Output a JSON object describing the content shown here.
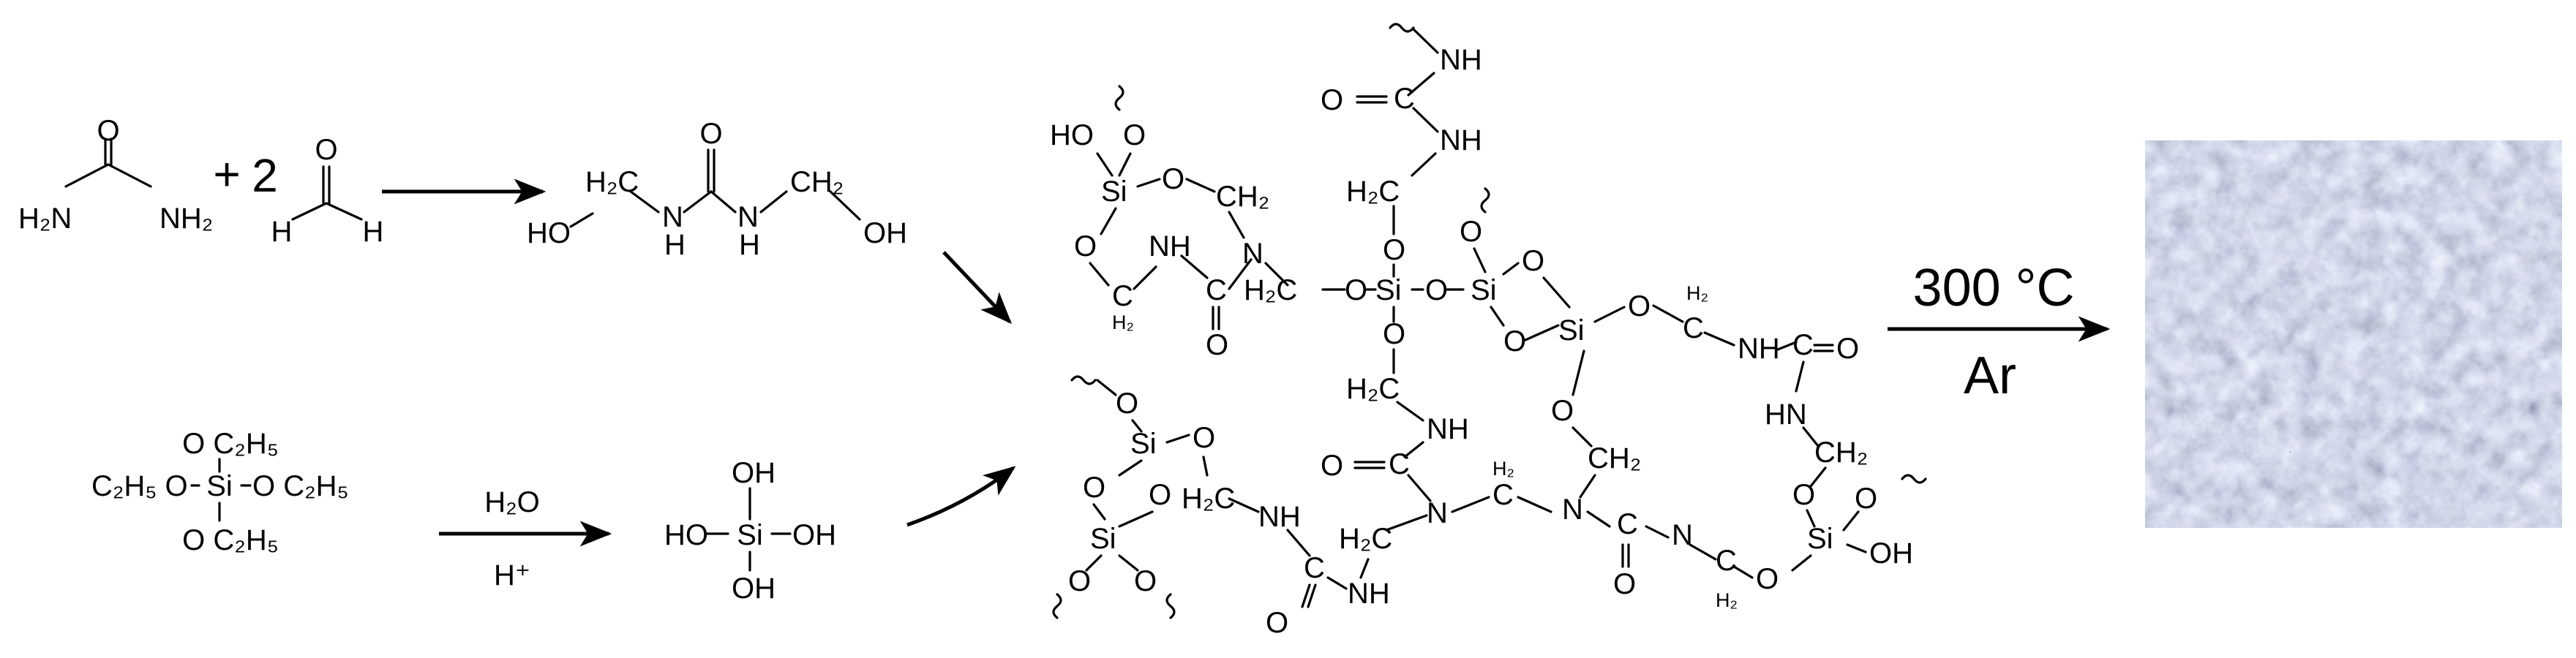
{
  "urea": {
    "O": "O",
    "NH2_left": "H₂N",
    "NH2_right": "NH₂"
  },
  "reagent": {
    "plus": "+",
    "coef": "2"
  },
  "formaldehyde": {
    "O": "O",
    "H_left": "H",
    "H_right": "H"
  },
  "dimethylol_urea": {
    "O": "O",
    "HO": "HO",
    "OH": "OH",
    "NH_left": "N",
    "NH_right": "N",
    "H_sub_left": "H",
    "H_sub_right": "H",
    "CH2_left": "H₂C",
    "CH2_right": "CH₂"
  },
  "teos": {
    "Si": "Si",
    "OC2H5_top": "O C₂H₅",
    "OC2H5_bottom": "O C₂H₅",
    "OC2H5_left": "C₂H₅ O",
    "OC2H5_right": "O C₂H₅"
  },
  "hydrolysis": {
    "reagent_top": "H₂O",
    "reagent_bottom": "H⁺"
  },
  "silicic_acid": {
    "Si": "Si",
    "OH_top": "OH",
    "OH_bottom": "OH",
    "HO_left": "HO",
    "OH_right": "OH"
  },
  "network": {
    "Si": "Si",
    "O": "O",
    "N": "N",
    "NH": "NH",
    "HN": "HN",
    "HO": "HO",
    "OH": "OH",
    "CH2": "CH₂",
    "H2C": "H₂C",
    "H2_C": "C",
    "H2": "H₂",
    "C": "C"
  },
  "pyrolysis": {
    "temperature": "300 °C",
    "atmosphere": "Ar"
  },
  "product_image": {
    "colors": [
      "#3a3d3a",
      "#6f7377",
      "#9aa0b0",
      "#c9cdd4",
      "#e8ecef",
      "#2b2f44",
      "#7e8a6a"
    ]
  }
}
